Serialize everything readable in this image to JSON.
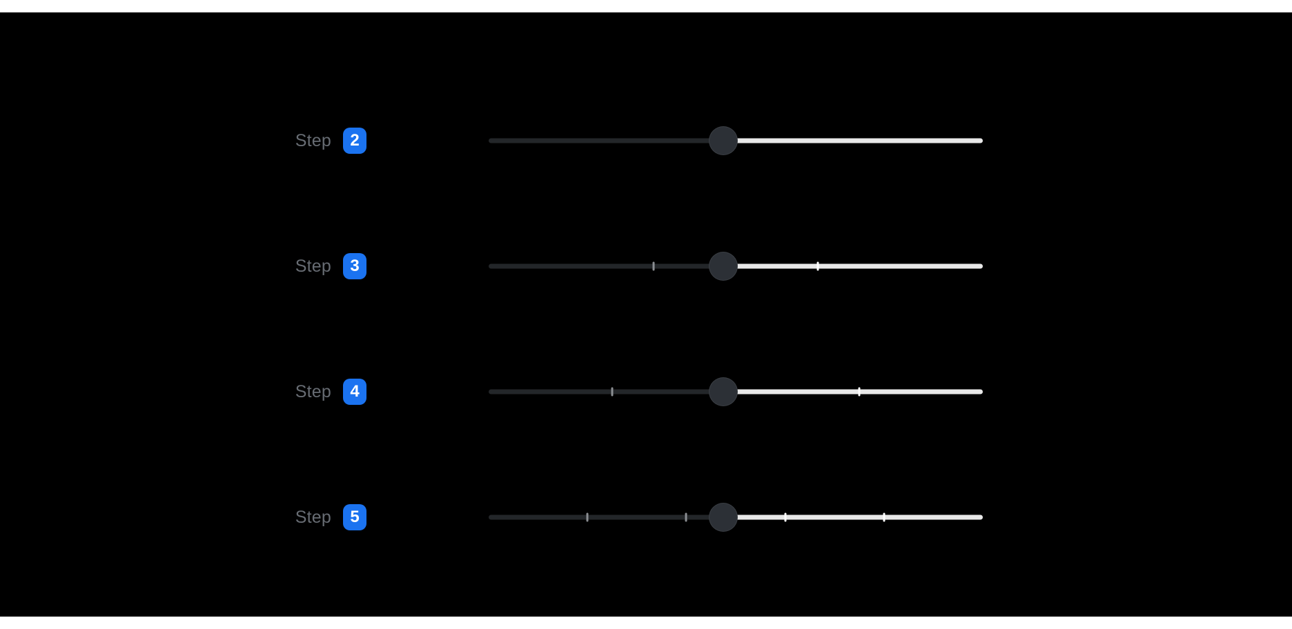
{
  "colors": {
    "background": "#000000",
    "frame": "#ffffff",
    "label_text": "#676c73",
    "badge_bg": "#1b73f0",
    "badge_text": "#ffffff",
    "track_filled": "#232629",
    "track_rest": "#e8e8e8",
    "thumb": "#2c3036",
    "tick_on_filled": "#8b8e92",
    "tick_on_rest": "#ffffff"
  },
  "sliders": [
    {
      "label": "Step",
      "badge": "2",
      "step_count": 2,
      "value_percent": 47.5,
      "tick_percents": [
        50
      ]
    },
    {
      "label": "Step",
      "badge": "3",
      "step_count": 3,
      "value_percent": 47.5,
      "tick_percents": [
        33.33,
        66.67
      ]
    },
    {
      "label": "Step",
      "badge": "4",
      "step_count": 4,
      "value_percent": 47.5,
      "tick_percents": [
        25,
        50,
        75
      ]
    },
    {
      "label": "Step",
      "badge": "5",
      "step_count": 5,
      "value_percent": 47.5,
      "tick_percents": [
        20,
        40,
        60,
        80
      ]
    }
  ]
}
